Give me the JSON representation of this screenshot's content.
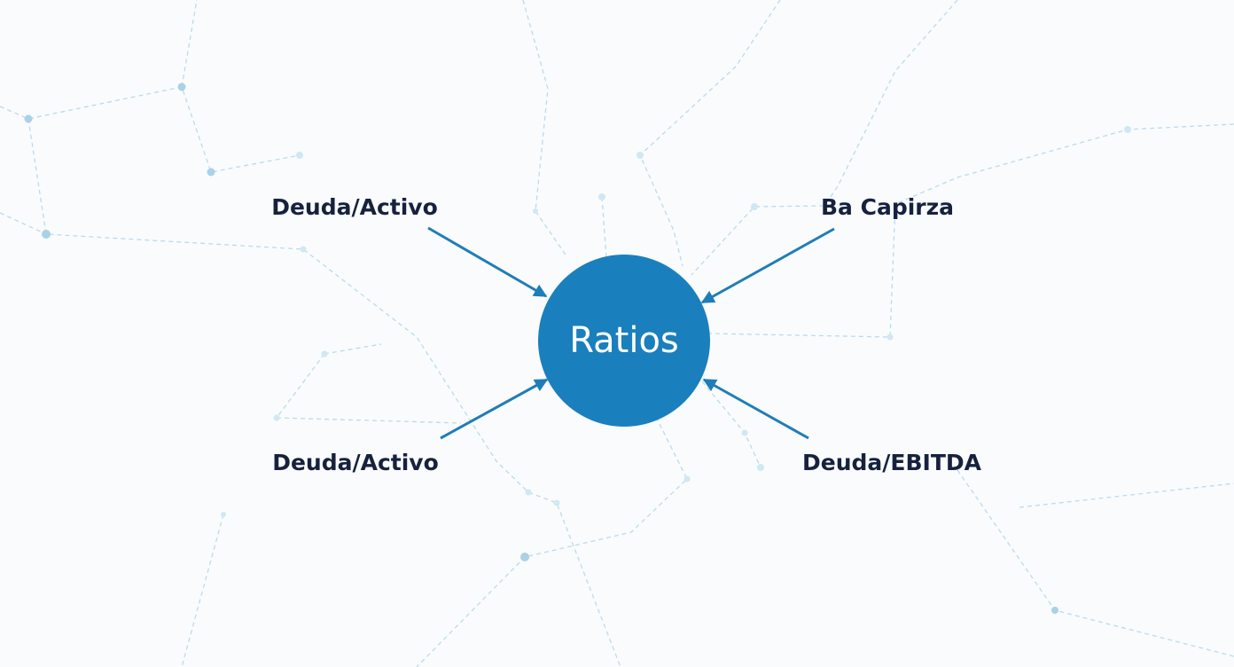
{
  "diagram": {
    "center": {
      "label": "Ratios",
      "color": "#1a7fbd"
    },
    "arrow_color": "#1f7db8",
    "text_color": "#16223d",
    "network_color": "#b9dcec",
    "nodes": [
      {
        "label": "Deuda/Activo",
        "position": "top-left"
      },
      {
        "label": "Ba Capirza",
        "position": "top-right"
      },
      {
        "label": "Deuda/Activo",
        "position": "bottom-left"
      },
      {
        "label": "Deuda/EBITDA",
        "position": "bottom-right"
      }
    ]
  }
}
